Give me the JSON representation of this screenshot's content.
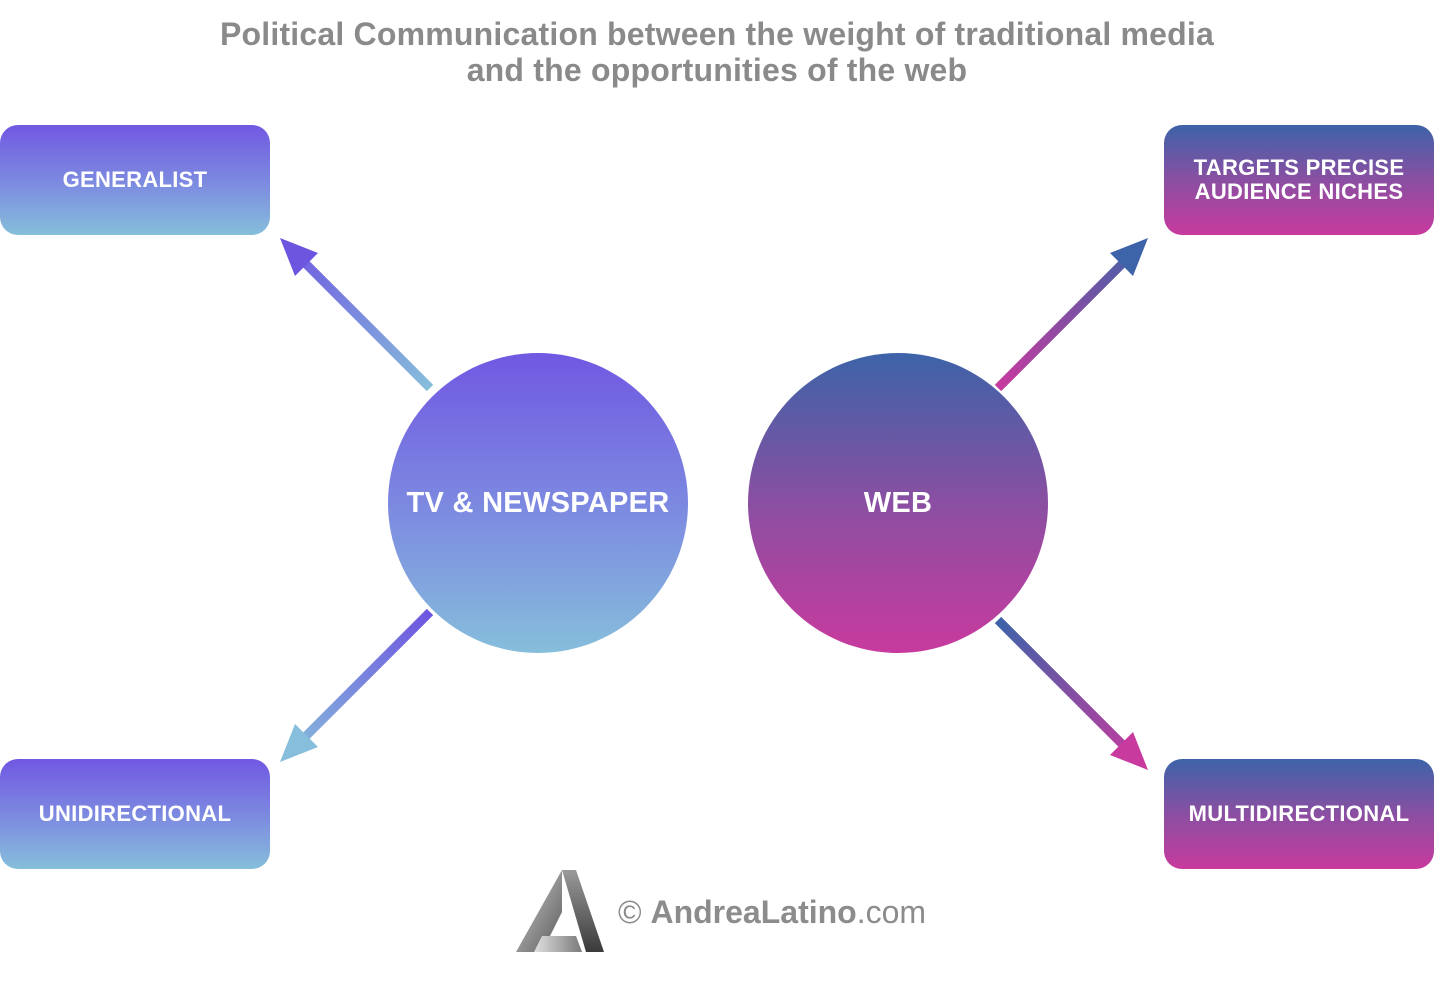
{
  "title": {
    "line1": "Political Communication between the weight of traditional media",
    "line2": "and the opportunities of the web"
  },
  "nodes": {
    "tv": "TV & NEWSPAPER",
    "web": "WEB"
  },
  "boxes": {
    "generalist": "GENERALIST",
    "unidirectional": "UNIDIRECTIONAL",
    "targets_line1": "TARGETS PRECISE",
    "targets_line2": "AUDIENCE NICHES",
    "multidirectional": "MULTIDIRECTIONAL"
  },
  "footer": {
    "copyright": "©",
    "name": "AndreaLatino",
    "domain": ".com",
    "logo_icon": "triangle-a-logo"
  },
  "colors": {
    "traditional_top": "#7158e2",
    "traditional_bottom": "#86bedb",
    "web_top": "#3d63a8",
    "web_bottom": "#c83a9e",
    "title_gray": "#8a8a8a"
  }
}
